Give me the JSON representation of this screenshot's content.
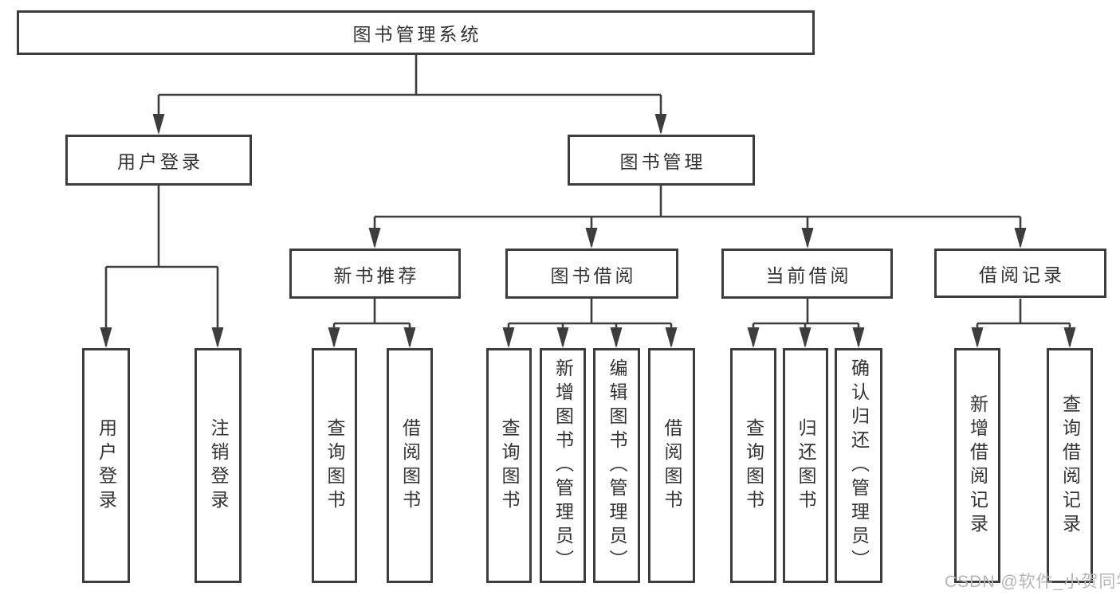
{
  "diagram": {
    "title": "图书管理系统",
    "watermark": "CSDN @软件_小贺同学",
    "colors": {
      "line": "#3d3d3d",
      "box_border": "#3d3d3d",
      "box_fill": "#ffffff",
      "text": "#333333",
      "watermark": "#b5b5b5",
      "background": "#ffffff"
    },
    "nodes": [
      {
        "id": "root",
        "label": "图书管理系统",
        "parent": null,
        "orientation": "horizontal"
      },
      {
        "id": "user-login",
        "label": "用户登录",
        "parent": "root",
        "orientation": "horizontal"
      },
      {
        "id": "book-mgmt",
        "label": "图书管理",
        "parent": "root",
        "orientation": "horizontal"
      },
      {
        "id": "ul-login",
        "label": "用户登录",
        "parent": "user-login",
        "orientation": "vertical"
      },
      {
        "id": "ul-logout",
        "label": "注销登录",
        "parent": "user-login",
        "orientation": "vertical"
      },
      {
        "id": "new-rec",
        "label": "新书推荐",
        "parent": "book-mgmt",
        "orientation": "horizontal"
      },
      {
        "id": "borrow",
        "label": "图书借阅",
        "parent": "book-mgmt",
        "orientation": "horizontal"
      },
      {
        "id": "current",
        "label": "当前借阅",
        "parent": "book-mgmt",
        "orientation": "horizontal"
      },
      {
        "id": "record",
        "label": "借阅记录",
        "parent": "book-mgmt",
        "orientation": "horizontal"
      },
      {
        "id": "nr-query",
        "label": "查询图书",
        "parent": "new-rec",
        "orientation": "vertical"
      },
      {
        "id": "nr-borrow",
        "label": "借阅图书",
        "parent": "new-rec",
        "orientation": "vertical"
      },
      {
        "id": "bb-query",
        "label": "查询图书",
        "parent": "borrow",
        "orientation": "vertical"
      },
      {
        "id": "bb-add",
        "label": "新增图书（管理员）",
        "parent": "borrow",
        "orientation": "vertical"
      },
      {
        "id": "bb-edit",
        "label": "编辑图书（管理员）",
        "parent": "borrow",
        "orientation": "vertical"
      },
      {
        "id": "bb-borrow",
        "label": "借阅图书",
        "parent": "borrow",
        "orientation": "vertical"
      },
      {
        "id": "cb-query",
        "label": "查询图书",
        "parent": "current",
        "orientation": "vertical"
      },
      {
        "id": "cb-return",
        "label": "归还图书",
        "parent": "current",
        "orientation": "vertical"
      },
      {
        "id": "cb-confirm",
        "label": "确认归还（管理员）",
        "parent": "current",
        "orientation": "vertical"
      },
      {
        "id": "br-add",
        "label": "新增借阅记录",
        "parent": "record",
        "orientation": "vertical"
      },
      {
        "id": "br-query",
        "label": "查询借阅记录",
        "parent": "record",
        "orientation": "vertical"
      }
    ]
  }
}
